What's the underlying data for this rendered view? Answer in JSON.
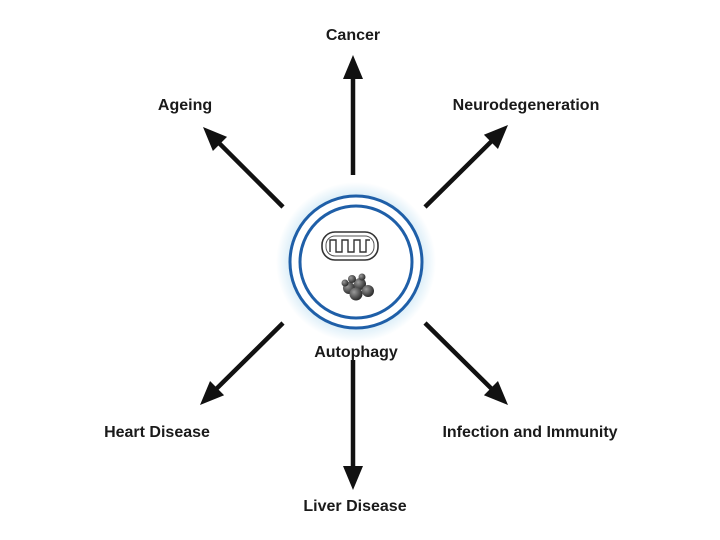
{
  "center": {
    "label": "Autophagy"
  },
  "outcomes": [
    {
      "id": "cancer",
      "label": "Cancer"
    },
    {
      "id": "neurodegeneration",
      "label": "Neurodegeneration"
    },
    {
      "id": "infection-and-immunity",
      "label": "Infection and Immunity"
    },
    {
      "id": "liver-disease",
      "label": "Liver Disease"
    },
    {
      "id": "heart-disease",
      "label": "Heart Disease"
    },
    {
      "id": "ageing",
      "label": "Ageing"
    }
  ],
  "colors": {
    "membrane": "#1f5fa8",
    "glow": "#bfe0f2",
    "arrow": "#111111",
    "text": "#1a1a1a"
  },
  "icons": {
    "cell": "autophagosome-icon",
    "mitochondrion": "mitochondrion-icon",
    "aggregate": "protein-aggregate-icon"
  }
}
